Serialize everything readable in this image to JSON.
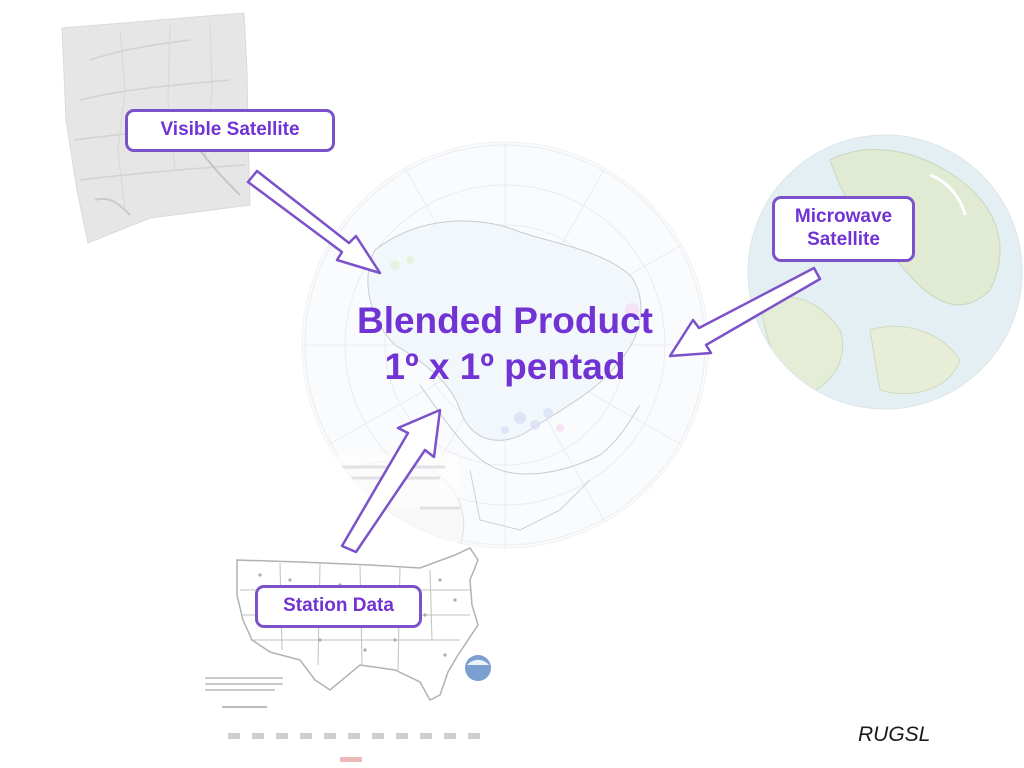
{
  "central": {
    "line1": "Blended Product",
    "line2": "1º x 1º pentad"
  },
  "sources": {
    "visible": "Visible Satellite",
    "microwave_line1": "Microwave",
    "microwave_line2": "Satellite",
    "station": "Station Data"
  },
  "credit": "RUGSL",
  "colors": {
    "accent": "#7133d4",
    "border": "#7b52c9",
    "arrow_fill": "#ffffff"
  }
}
